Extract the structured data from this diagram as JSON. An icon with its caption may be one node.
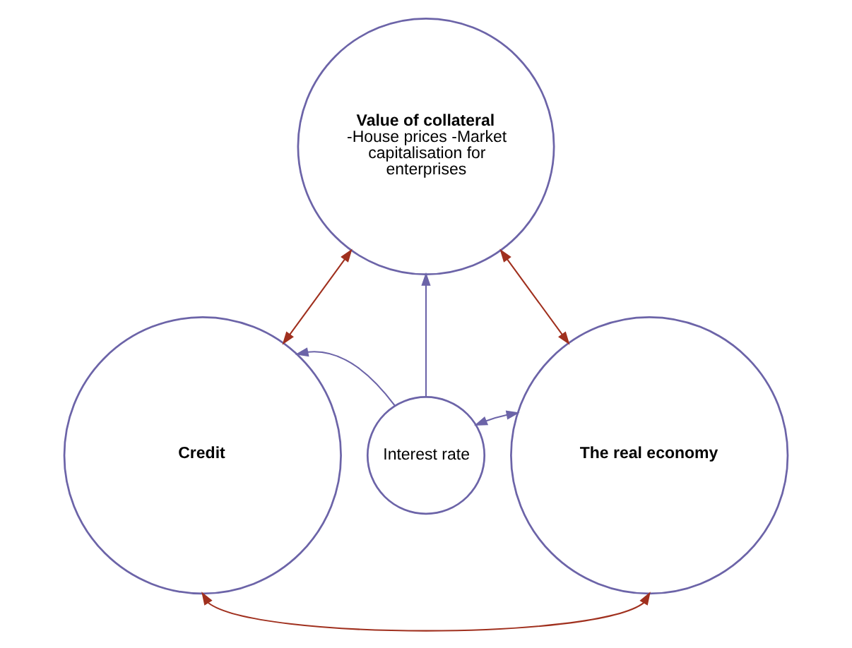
{
  "diagram": {
    "nodes": [
      {
        "text": [
          "Value of collateral",
          "-House prices -Market capitalisation for enterprises"
        ]
      },
      {
        "text": [
          "Credit"
        ]
      },
      {
        "text": [
          "Interest rate"
        ]
      },
      {
        "text": [
          "The real economy"
        ]
      }
    ],
    "edges": [
      {
        "from": 0,
        "to": 1,
        "arrow": "both",
        "color": "#a0301e"
      },
      {
        "from": 0,
        "to": 3,
        "arrow": "both",
        "color": "#a0301e"
      },
      {
        "from": 2,
        "to": 0,
        "arrow": "to",
        "color": "#6c64a8"
      },
      {
        "from": 2,
        "to": 1,
        "arrow": "to",
        "color": "#6c64a8"
      },
      {
        "from": 2,
        "to": 3,
        "arrow": "both",
        "color": "#6c64a8"
      },
      {
        "from": 1,
        "to": 3,
        "arrow": "both",
        "color": "#a0301e"
      }
    ]
  }
}
